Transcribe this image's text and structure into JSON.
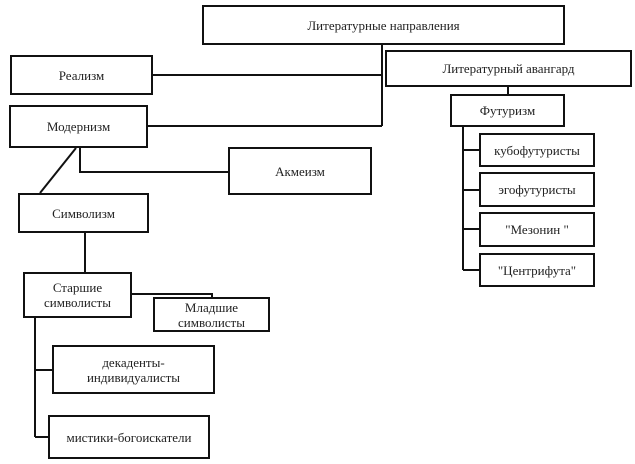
{
  "nodes": {
    "root": "Литературные направления",
    "realism": "Реализм",
    "avantgarde": "Литературный авангард",
    "modernism": "Модернизм",
    "acmeism": "Акмеизм",
    "symbolism": "Символизм",
    "futurism": "Футуризм",
    "cubofuturists": "кубофутуристы",
    "egofuturists": "эгофутуристы",
    "mezzanine": "\"Мезонин \"",
    "centrifuge": "\"Центрифута\"",
    "senior_symbolists": "Старшие символисты",
    "junior_symbolists": "Младшие символисты",
    "decadents": "декаденты-индивидуалисты",
    "mystics": "мистики-богоискатели"
  }
}
